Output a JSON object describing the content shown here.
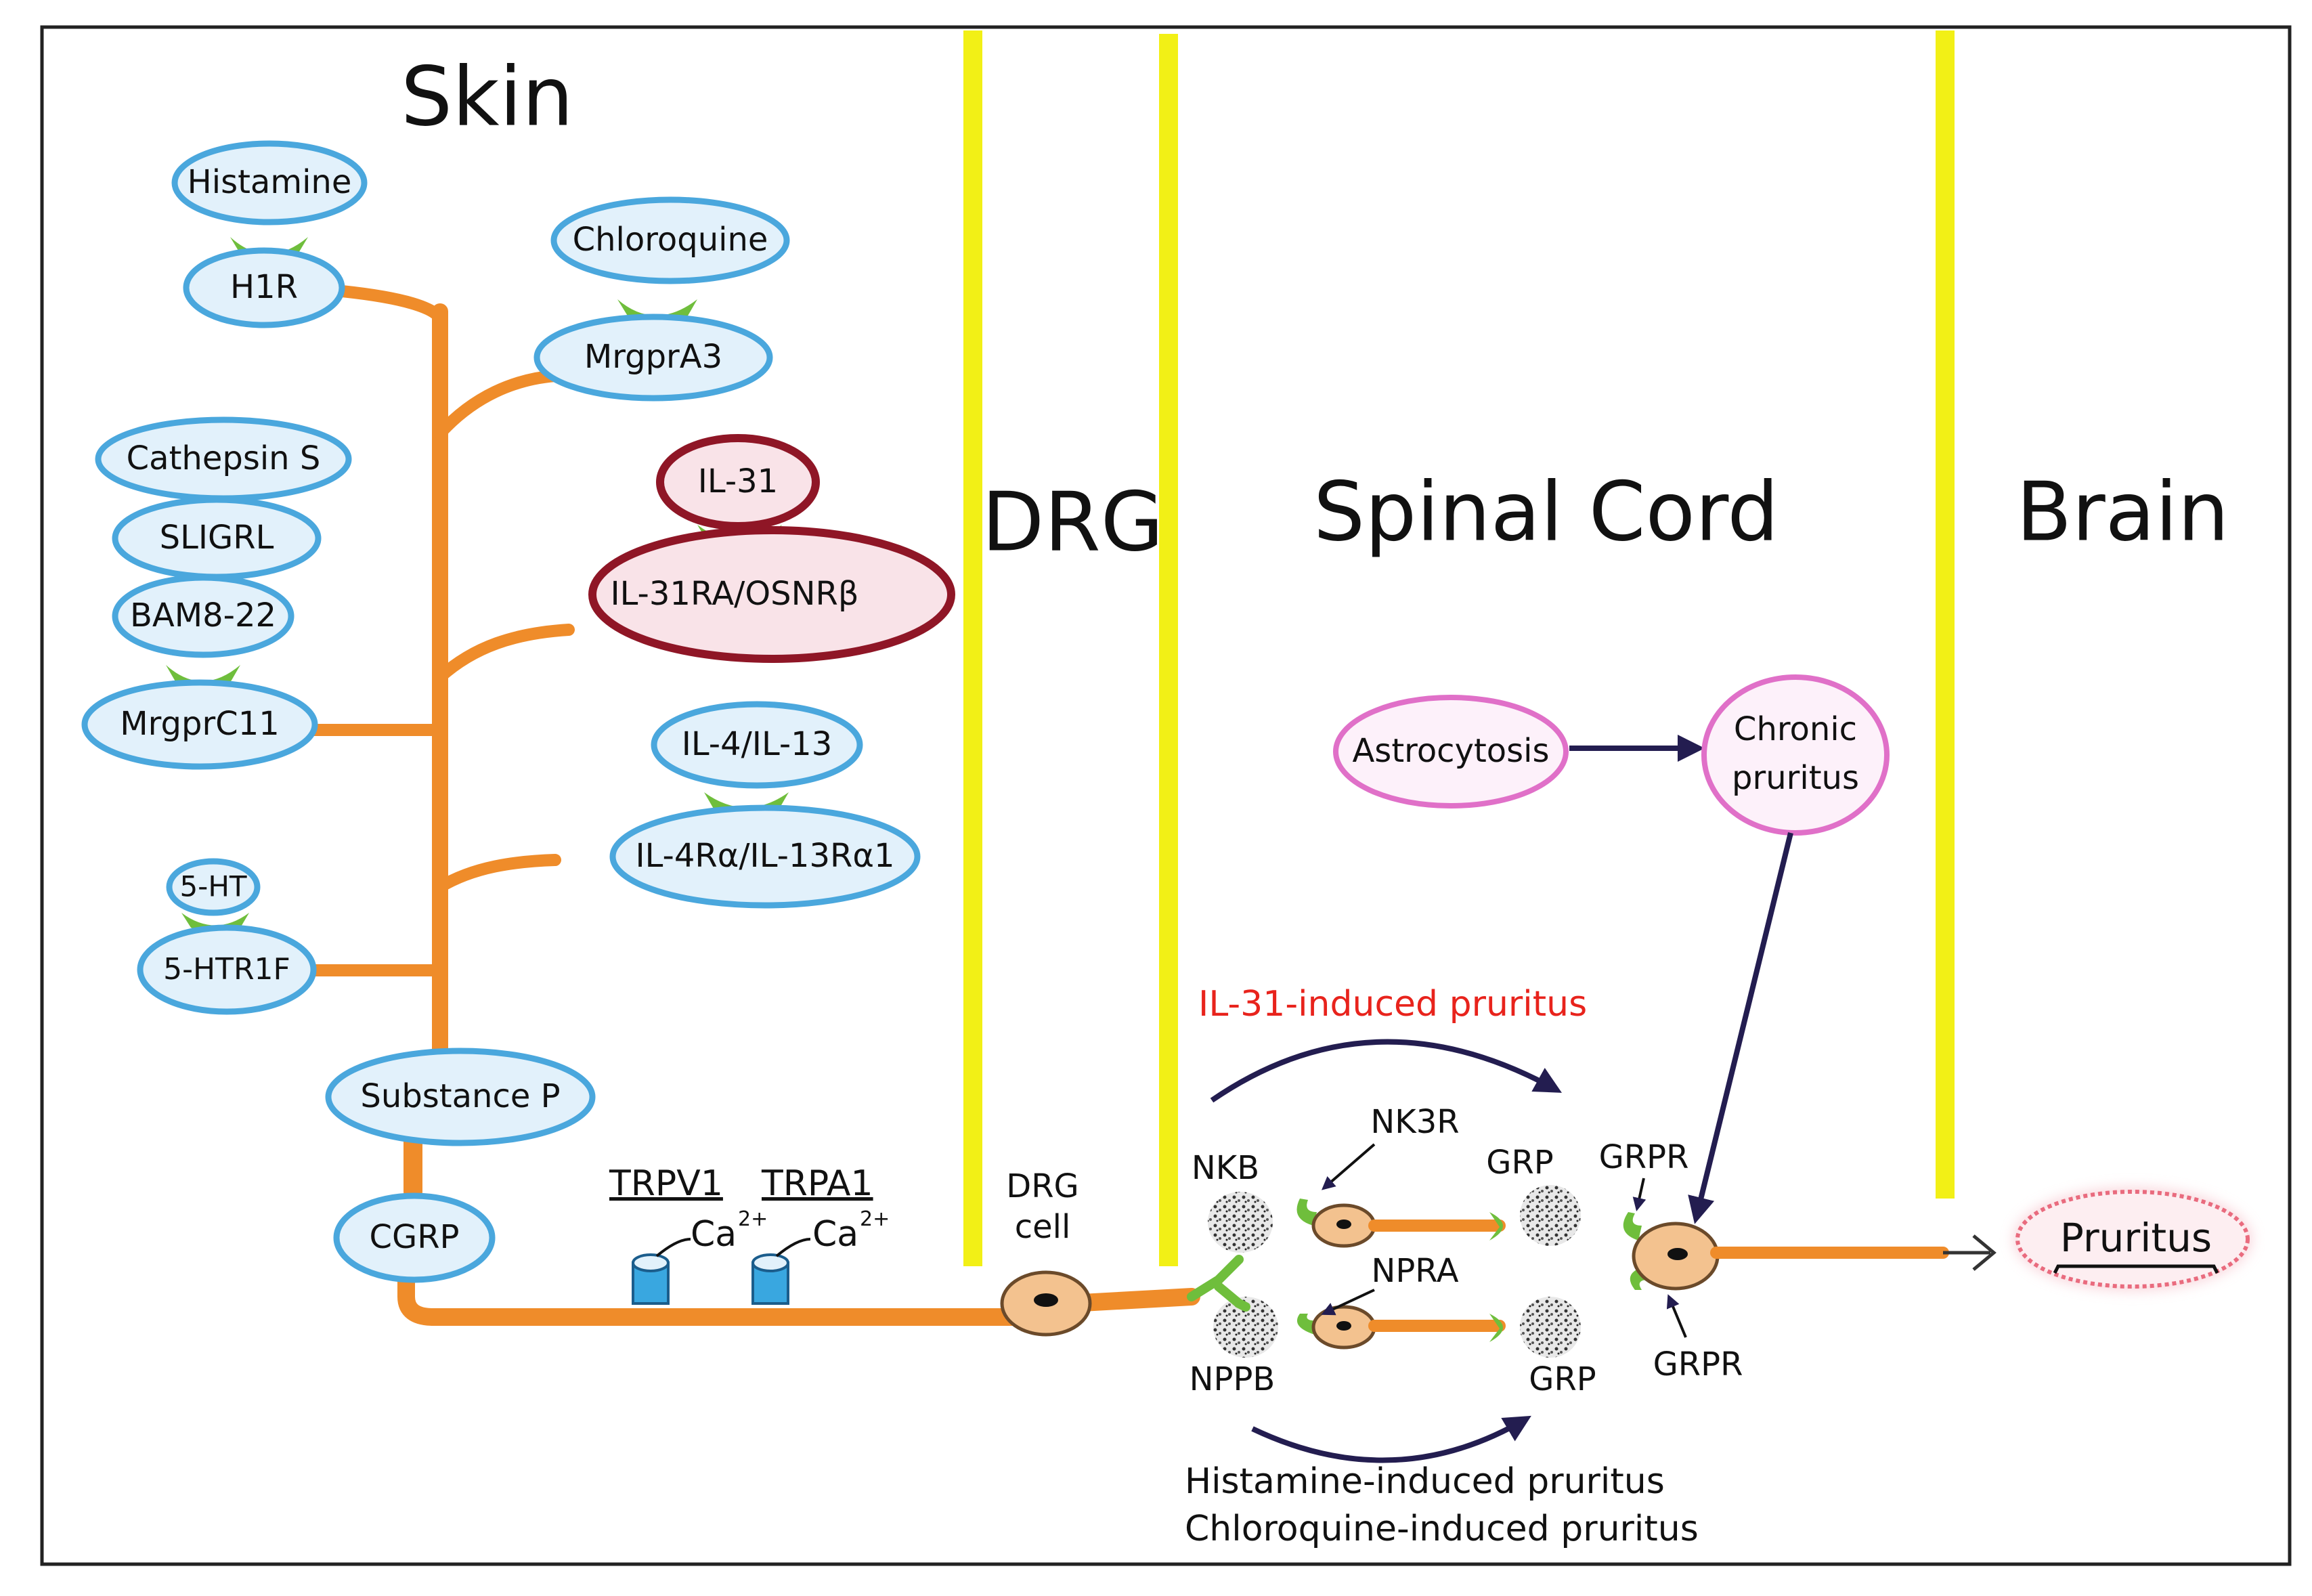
{
  "regions": {
    "skin": "Skin",
    "drg": "DRG",
    "spinal_cord": "Spinal Cord",
    "brain": "Brain"
  },
  "skin_ligands": {
    "histamine": "Histamine",
    "h1r": "H1R",
    "chloroquine": "Chloroquine",
    "mrgpra3": "MrgprA3",
    "cathepsin_s": "Cathepsin S",
    "sligrl": "SLIGRL",
    "bam8_22": "BAM8-22",
    "mrgprc11": "MrgprC11",
    "il31": "IL-31",
    "il31ra": "IL-31RA/OSNRβ",
    "il4_il13": "IL-4/IL-13",
    "il4ra": "IL-4Rα/IL-13Rα1",
    "ht5": "5-HT",
    "htr1f": "5-HTR1F",
    "substance_p": "Substance P",
    "cgrp": "CGRP"
  },
  "channels": {
    "trpv1": "TRPV1",
    "trpa1": "TRPA1",
    "ca": "Ca",
    "ca_charge": "2+"
  },
  "drg_cell": {
    "line1": "DRG",
    "line2": "cell"
  },
  "spinal": {
    "astrocytosis": "Astrocytosis",
    "chronic_line1": "Chronic",
    "chronic_line2": "pruritus",
    "il31_induced": "IL-31-induced pruritus",
    "nkb": "NKB",
    "nk3r": "NK3R",
    "grp_top": "GRP",
    "grpr_top": "GRPR",
    "npra": "NPRA",
    "nppb": "NPPB",
    "grp_bottom": "GRP",
    "grpr_bottom": "GRPR",
    "histamine_induced": "Histamine-induced pruritus",
    "chloroquine_induced": "Chloroquine-induced pruritus"
  },
  "brain": {
    "pruritus": "Pruritus"
  },
  "colors": {
    "divider": "#f2f016",
    "axon": "#ef8c2a",
    "receptor_clamp": "#6fbe3c",
    "il31_text": "#e8231c",
    "arrow": "#231d50",
    "pruritus_glow": "#e96b7e"
  }
}
